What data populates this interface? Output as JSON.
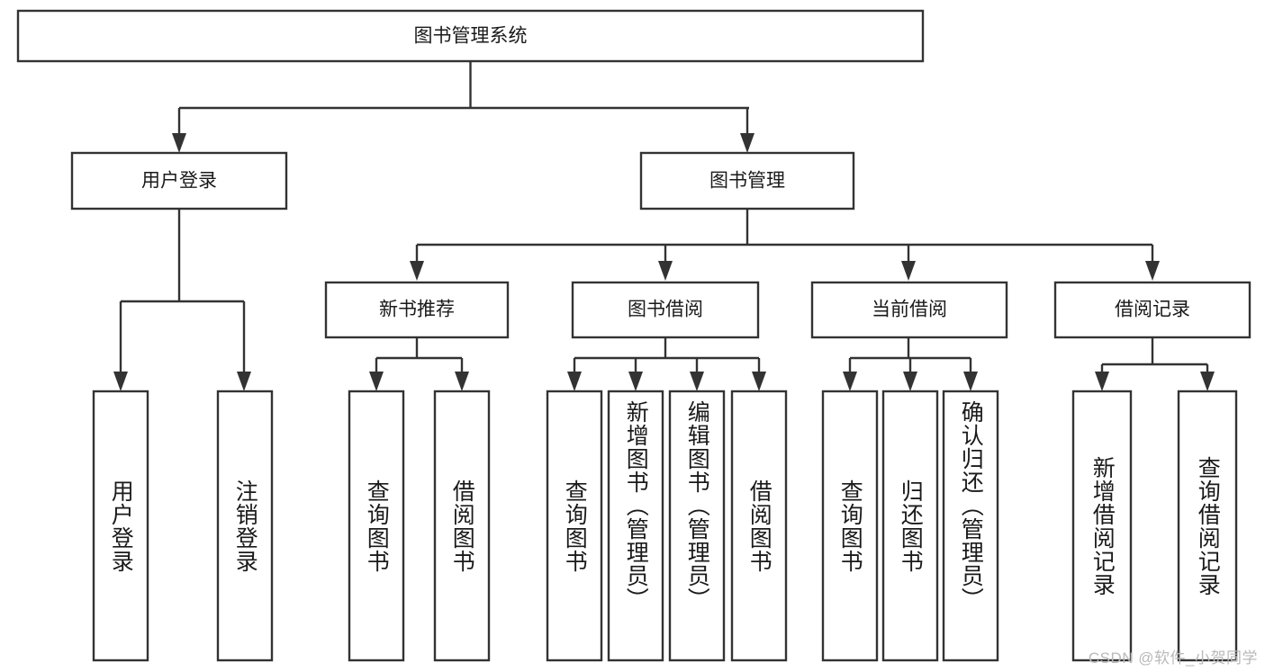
{
  "diagram": {
    "title": "图书管理系统",
    "type": "tree-hierarchy-chart",
    "root": {
      "label": "图书管理系统"
    },
    "level2": [
      {
        "label": "用户登录"
      },
      {
        "label": "图书管理"
      }
    ],
    "level3": [
      {
        "label": "新书推荐"
      },
      {
        "label": "图书借阅"
      },
      {
        "label": "当前借阅"
      },
      {
        "label": "借阅记录"
      }
    ],
    "leaves": [
      {
        "label": "用户登录",
        "parent": "用户登录"
      },
      {
        "label": "注销登录",
        "parent": "用户登录"
      },
      {
        "label": "查询图书",
        "parent": "新书推荐"
      },
      {
        "label": "借阅图书",
        "parent": "新书推荐"
      },
      {
        "label": "查询图书",
        "parent": "图书借阅"
      },
      {
        "label": "新增图书（管理员）",
        "parent": "图书借阅"
      },
      {
        "label": "编辑图书（管理员）",
        "parent": "图书借阅"
      },
      {
        "label": "借阅图书",
        "parent": "图书借阅"
      },
      {
        "label": "查询图书",
        "parent": "当前借阅"
      },
      {
        "label": "归还图书",
        "parent": "当前借阅"
      },
      {
        "label": "确认归还（管理员）",
        "parent": "当前借阅"
      },
      {
        "label": "新增借阅记录",
        "parent": "借阅记录"
      },
      {
        "label": "查询借阅记录",
        "parent": "借阅记录"
      }
    ]
  },
  "watermark": {
    "text": "CSDN @软件_小贺同学"
  },
  "colors": {
    "stroke": "#333333",
    "fill": "#ffffff",
    "text": "#1a1a1a",
    "watermark": "#b9b9b9"
  }
}
